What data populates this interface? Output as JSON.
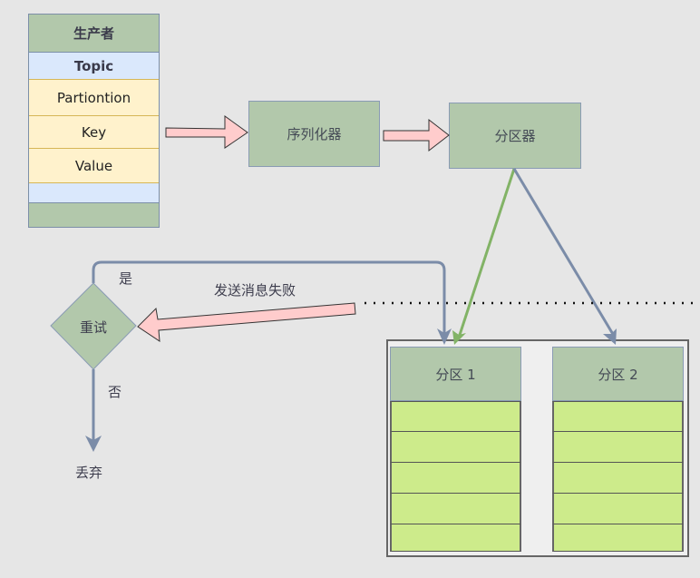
{
  "producer": {
    "title": "生产者",
    "topic": "Topic",
    "fields": [
      "Partiontion",
      "Key",
      "Value"
    ]
  },
  "serializer": {
    "label": "序列化器"
  },
  "partitioner": {
    "label": "分区器"
  },
  "retry": {
    "label": "重试",
    "yes_label": "是",
    "no_label": "否"
  },
  "failure_label": "发送消息失败",
  "discard_label": "丢弃",
  "partitions": [
    {
      "label": "分区 1",
      "slots": 5
    },
    {
      "label": "分区 2",
      "slots": 5
    }
  ],
  "colors": {
    "green_box": "#b2c8ab",
    "blue_row": "#dae8fc",
    "yellow_row": "#fff2cc",
    "slot_fill": "#cdeb8b",
    "pink_arrow": "#ffcccc",
    "connector_blue": "#7b8ca8",
    "connector_green": "#82b366"
  }
}
